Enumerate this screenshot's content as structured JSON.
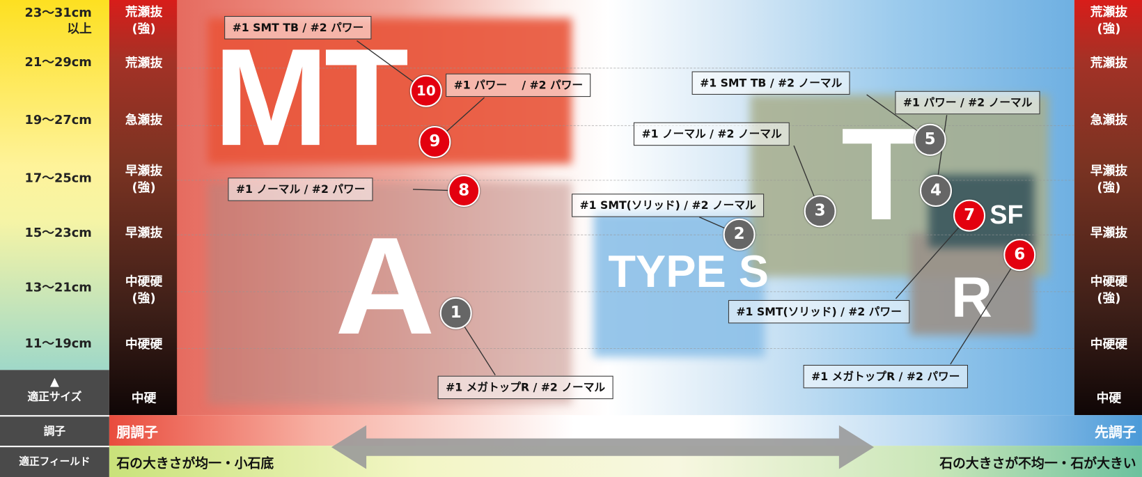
{
  "size_column": {
    "header": "適正サイズ",
    "rows": [
      "23〜31cm",
      "以上",
      "21〜29cm",
      "19〜27cm",
      "17〜25cm",
      "15〜23cm",
      "13〜21cm",
      "11〜19cm"
    ]
  },
  "rapids_left": [
    "荒瀬抜",
    "(強)",
    "荒瀬抜",
    "急瀬抜",
    "早瀬抜",
    "(強)",
    "早瀬抜",
    "中硬硬",
    "(強)",
    "中硬硬",
    "中硬"
  ],
  "rapids_right": [
    "荒瀬抜",
    "(強)",
    "荒瀬抜",
    "急瀬抜",
    "早瀬抜",
    "(強)",
    "早瀬抜",
    "中硬硬",
    "(強)",
    "中硬硬",
    "中硬"
  ],
  "action_row": {
    "label": "調子",
    "left": "胴調子",
    "right": "先調子"
  },
  "field_row": {
    "label": "適正フィールド",
    "left": "石の大きさが均一・小石底",
    "right": "石の大きさが不均一・石が大きい"
  },
  "models": {
    "mt": "MT",
    "a": "A",
    "t": "T",
    "types": "TYPE S",
    "sf": "SF",
    "r": "R"
  },
  "items": [
    {
      "n": "1",
      "label": "#1 メガトップR / #2 ノーマル",
      "color": "gray"
    },
    {
      "n": "2",
      "label": "#1 SMT(ソリッド) / #2 ノーマル",
      "color": "gray"
    },
    {
      "n": "3",
      "label": "#1 ノーマル / #2 ノーマル",
      "color": "gray"
    },
    {
      "n": "4",
      "label": "#1 パワー / #2 ノーマル",
      "color": "gray"
    },
    {
      "n": "5",
      "label": "#1 SMT TB / #2 ノーマル",
      "color": "gray"
    },
    {
      "n": "6",
      "label": "#1 メガトップR / #2 パワー",
      "color": "red"
    },
    {
      "n": "7",
      "label": "#1 SMT(ソリッド) / #2 パワー",
      "color": "red"
    },
    {
      "n": "8",
      "label": "#1 ノーマル / #2 パワー",
      "color": "red"
    },
    {
      "n": "9",
      "label": "#1 パワー　 / #2 パワー",
      "color": "red"
    },
    {
      "n": "10",
      "label": "#1 SMT TB / #2 パワー",
      "color": "red"
    }
  ],
  "colors": {
    "red": "#e3000f",
    "gray": "#666666",
    "arrow": "#9a9a9a"
  }
}
